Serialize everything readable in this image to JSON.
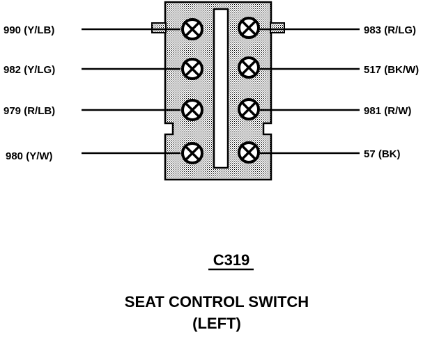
{
  "connector": {
    "id": "C319",
    "name_line1": "SEAT CONTROL SWITCH",
    "name_line2": "(LEFT)"
  },
  "pins": {
    "left": [
      {
        "label": "990 (Y/LB)"
      },
      {
        "label": "982 (Y/LG)"
      },
      {
        "label": "979 (R/LB)"
      },
      {
        "label": "980 (Y/W)"
      }
    ],
    "right": [
      {
        "label": "983 (R/LG)"
      },
      {
        "label": "517 (BK/W)"
      },
      {
        "label": "981 (R/W)"
      },
      {
        "label": "57 (BK)"
      }
    ]
  },
  "colors": {
    "ink": "#000000",
    "connector_fill": "#c8c8c8",
    "background": "#ffffff"
  }
}
